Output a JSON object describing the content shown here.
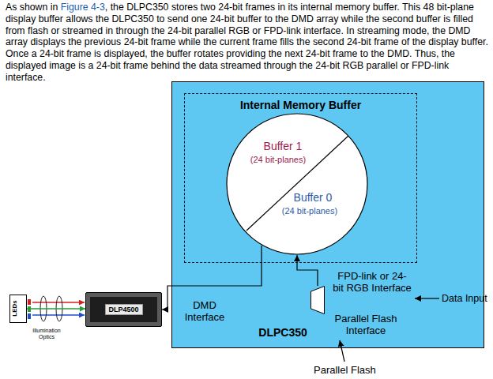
{
  "diagram": {
    "nodes": [
      {
        "text": [
          "DLPC350"
        ]
      },
      {
        "text": [
          "Internal Memory Buffer"
        ],
        "in": 0
      },
      {
        "text": [
          "Buffer 1",
          "(24 bit-planes)",
          "Buffer 0",
          "(24 bit-planes)"
        ],
        "in": 1
      },
      {
        "text": [
          "FPD-link or 24-bit RGB Interface",
          "Parallel Flash Interface"
        ],
        "in": 0
      },
      {
        "text": [
          "DLP4500"
        ]
      },
      {
        "text": [
          "LEDs"
        ]
      }
    ],
    "edges": [
      {
        "from": 3,
        "to": 2,
        "arrow": "to"
      },
      {
        "from": 2,
        "to": 4,
        "arrow": "to"
      },
      {
        "from": 5,
        "to": 4,
        "arrow": "to"
      }
    ],
    "labels": [
      "As shown in",
      "Figure 4-3",
      ", the DLPC350 stores two 24-bit frames in its internal memory buffer. This 48 bit-plane display buffer allows the DLPC350 to send one 24-bit buffer to the DMD array while the second buffer is filled from flash or streamed in through the 24-bit parallel RGB or FPD-link interface. In streaming mode, the DMD array displays the previous 24-bit frame while the current frame fills the second 24-bit frame of the display buffer. Once a 24-bit frame is displayed, the buffer rotates providing the next 24-bit frame to the DMD. Thus, the displayed image is a 24-bit frame behind the data streamed through the 24-bit RGB parallel or FPD-link interface.",
      "DMD Interface",
      "Data Input",
      "Parallel Flash",
      "Illumination Optics"
    ]
  }
}
